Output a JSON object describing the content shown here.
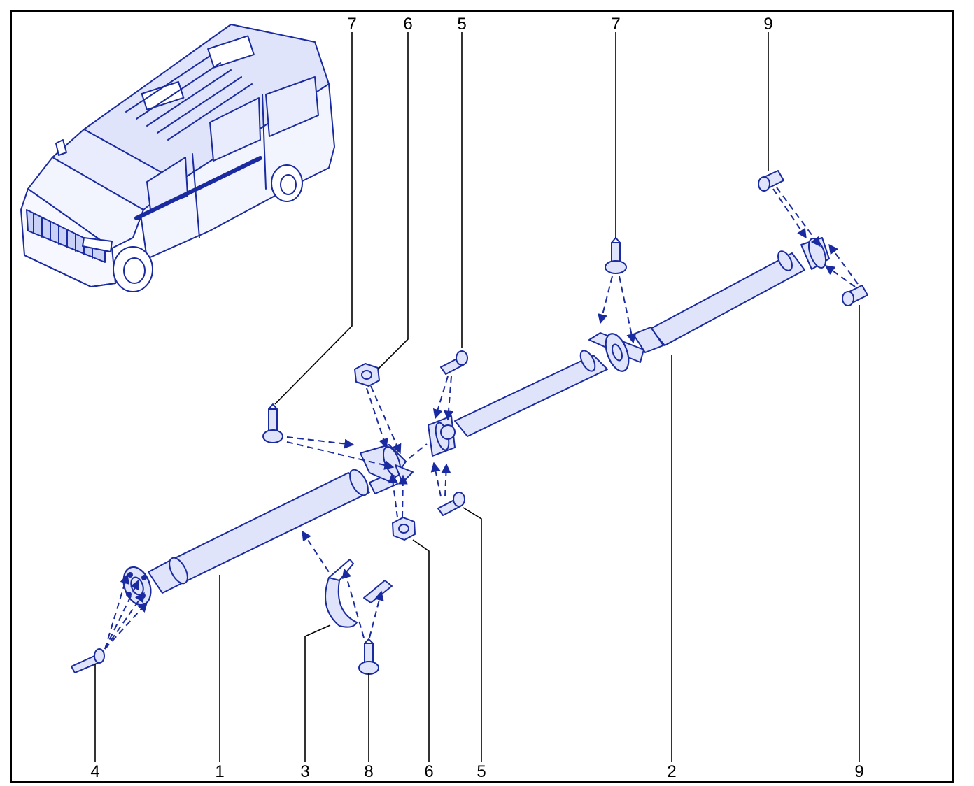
{
  "callouts": {
    "top": [
      "7",
      "6",
      "5",
      "7",
      "9"
    ],
    "bottom": [
      "4",
      "1",
      "3",
      "8",
      "6",
      "5",
      "2",
      "9"
    ]
  },
  "colors": {
    "line": "#1a2aa0",
    "fill": "#dfe4fb",
    "frame": "#000000"
  },
  "parts": [
    {
      "ref": "1",
      "icon": "front-propeller-shaft"
    },
    {
      "ref": "2",
      "icon": "rear-propeller-shaft"
    },
    {
      "ref": "3",
      "icon": "bearing-strap"
    },
    {
      "ref": "4",
      "icon": "flange-bolt"
    },
    {
      "ref": "5",
      "icon": "coupling-bolt"
    },
    {
      "ref": "6",
      "icon": "nut"
    },
    {
      "ref": "7",
      "icon": "center-bearing-bolt"
    },
    {
      "ref": "8",
      "icon": "strap-bolt"
    },
    {
      "ref": "9",
      "icon": "rear-flange-bolt"
    }
  ]
}
